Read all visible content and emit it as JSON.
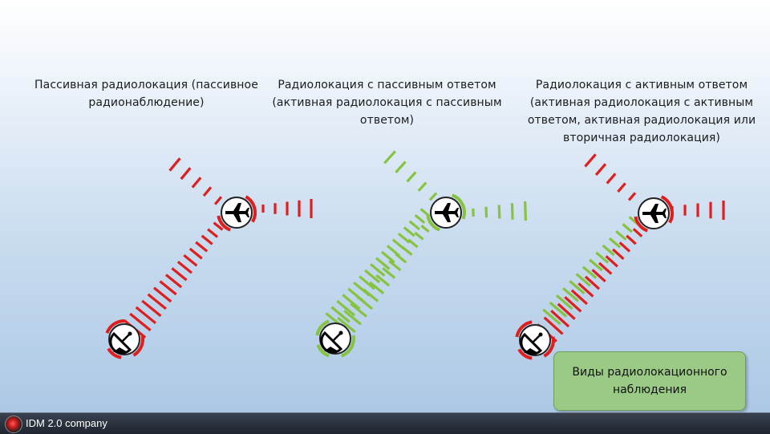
{
  "captions": [
    "Пассивная радиолокация (пассивное радионаблюдение)",
    "Радиолокация с пассивным ответом (активная радиолокация с пассивным ответом)",
    "Радиолокация с активным ответом (активная радиолокация с активным ответом, активная радиолокация или вторичная радиолокация)"
  ],
  "note": "Виды радиолокационного наблюдения",
  "footer": {
    "company": "IDM 2.0 company"
  },
  "colors": {
    "red": "#e01e1e",
    "green": "#86c440",
    "icon_bg": "#ffffff",
    "icon_fg": "#000000"
  },
  "icons": {
    "aircraft": "airplane-icon",
    "station": "satellite-dish-icon"
  }
}
